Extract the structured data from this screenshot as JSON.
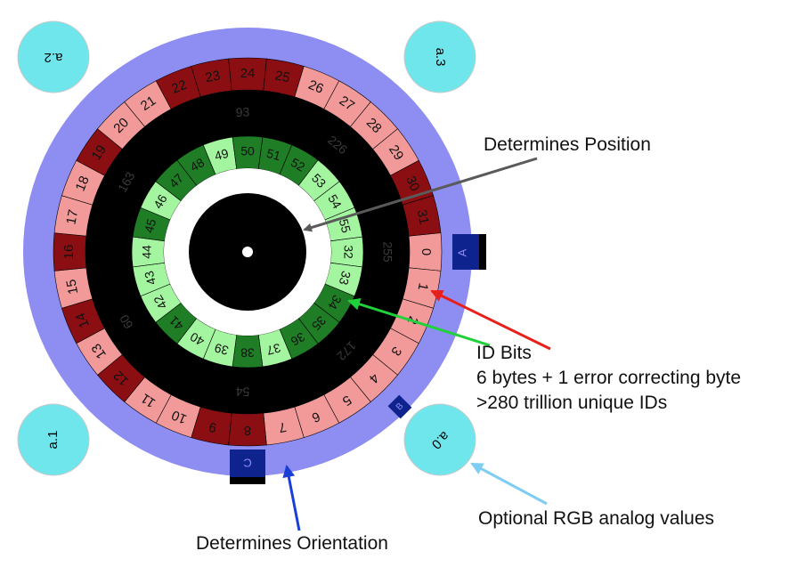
{
  "colors": {
    "outer_ring": "#8d8df2",
    "light_red": "#f29a9a",
    "dark_red": "#8b0f12",
    "light_green": "#a4f5a0",
    "dark_green": "#1e7d25",
    "black": "#000000",
    "cyan": "#6fe6ec",
    "navy": "#0e238e",
    "arrow_gray": "#5a5a5a",
    "arrow_red": "#e8201c",
    "arrow_green": "#20d23a",
    "arrow_blue": "#1a3fd6",
    "arrow_lightblue": "#7fcdf3"
  },
  "outer_ring": {
    "segments": [
      {
        "n": "0",
        "color": "light_red"
      },
      {
        "n": "1",
        "color": "light_red"
      },
      {
        "n": "2",
        "color": "light_red"
      },
      {
        "n": "3",
        "color": "light_red"
      },
      {
        "n": "4",
        "color": "light_red"
      },
      {
        "n": "5",
        "color": "light_red"
      },
      {
        "n": "6",
        "color": "light_red"
      },
      {
        "n": "7",
        "color": "light_red"
      },
      {
        "n": "8",
        "color": "dark_red"
      },
      {
        "n": "9",
        "color": "dark_red"
      },
      {
        "n": "10",
        "color": "light_red"
      },
      {
        "n": "11",
        "color": "light_red"
      },
      {
        "n": "12",
        "color": "dark_red"
      },
      {
        "n": "13",
        "color": "light_red"
      },
      {
        "n": "14",
        "color": "dark_red"
      },
      {
        "n": "15",
        "color": "light_red"
      },
      {
        "n": "16",
        "color": "dark_red"
      },
      {
        "n": "17",
        "color": "light_red"
      },
      {
        "n": "18",
        "color": "light_red"
      },
      {
        "n": "19",
        "color": "dark_red"
      },
      {
        "n": "20",
        "color": "light_red"
      },
      {
        "n": "21",
        "color": "light_red"
      },
      {
        "n": "22",
        "color": "dark_red"
      },
      {
        "n": "23",
        "color": "dark_red"
      },
      {
        "n": "24",
        "color": "dark_red"
      },
      {
        "n": "25",
        "color": "dark_red"
      },
      {
        "n": "26",
        "color": "light_red"
      },
      {
        "n": "27",
        "color": "light_red"
      },
      {
        "n": "28",
        "color": "light_red"
      },
      {
        "n": "29",
        "color": "light_red"
      },
      {
        "n": "30",
        "color": "dark_red"
      },
      {
        "n": "31",
        "color": "dark_red"
      }
    ]
  },
  "inner_ring": {
    "segments": [
      {
        "n": "32",
        "color": "light_green"
      },
      {
        "n": "33",
        "color": "light_green"
      },
      {
        "n": "34",
        "color": "dark_green"
      },
      {
        "n": "35",
        "color": "dark_green"
      },
      {
        "n": "36",
        "color": "dark_green"
      },
      {
        "n": "37",
        "color": "light_green"
      },
      {
        "n": "38",
        "color": "dark_green"
      },
      {
        "n": "39",
        "color": "light_green"
      },
      {
        "n": "40",
        "color": "light_green"
      },
      {
        "n": "41",
        "color": "dark_green"
      },
      {
        "n": "42",
        "color": "light_green"
      },
      {
        "n": "43",
        "color": "light_green"
      },
      {
        "n": "44",
        "color": "light_green"
      },
      {
        "n": "45",
        "color": "dark_green"
      },
      {
        "n": "46",
        "color": "light_green"
      },
      {
        "n": "47",
        "color": "dark_green"
      },
      {
        "n": "48",
        "color": "dark_green"
      },
      {
        "n": "49",
        "color": "light_green"
      },
      {
        "n": "50",
        "color": "dark_green"
      },
      {
        "n": "51",
        "color": "dark_green"
      },
      {
        "n": "52",
        "color": "dark_green"
      },
      {
        "n": "53",
        "color": "light_green"
      },
      {
        "n": "54",
        "color": "light_green"
      },
      {
        "n": "55",
        "color": "light_green"
      }
    ]
  },
  "black_ring_values": [
    "255",
    "226",
    "93",
    "163",
    "60",
    "54",
    "172"
  ],
  "corner_labels": {
    "top_left": "a.2",
    "top_right": "a.3",
    "bottom_left": "a.1",
    "bottom_right": "a.0"
  },
  "notch_labels": {
    "right": "A",
    "bottom": "C",
    "bottom_right": "B"
  },
  "annotations": {
    "position": "Determines Position",
    "id_bits_title": "ID Bits",
    "id_bits_line1": "6 bytes + 1 error correcting byte",
    "id_bits_line2": ">280 trillion unique IDs",
    "rgb": "Optional RGB analog values",
    "orientation": "Determines Orientation"
  }
}
